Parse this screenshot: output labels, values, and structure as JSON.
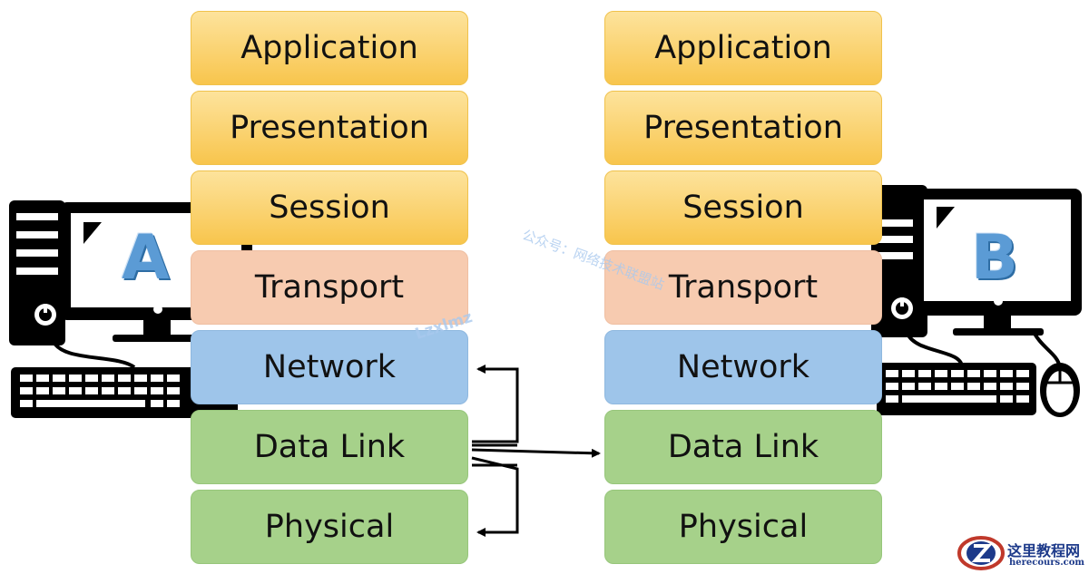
{
  "stack_a": {
    "letter": "A",
    "layers": [
      "Application",
      "Presentation",
      "Session",
      "Transport",
      "Network",
      "Data Link",
      "Physical"
    ]
  },
  "stack_b": {
    "letter": "B",
    "layers": [
      "Application",
      "Presentation",
      "Session",
      "Transport",
      "Network",
      "Data Link",
      "Physical"
    ]
  },
  "watermarks": {
    "wechat": "公众号：网络技术联盟站",
    "handle": "Lzxlmz"
  },
  "logo": {
    "name": "这里教程网",
    "url": "herecours.com"
  },
  "colors": {
    "upper_layers": "#f8c54d",
    "transport": "#f7cbb0",
    "network": "#9ec5ea",
    "lower_layers": "#a6d18a",
    "letter": "#5b9bd5"
  }
}
